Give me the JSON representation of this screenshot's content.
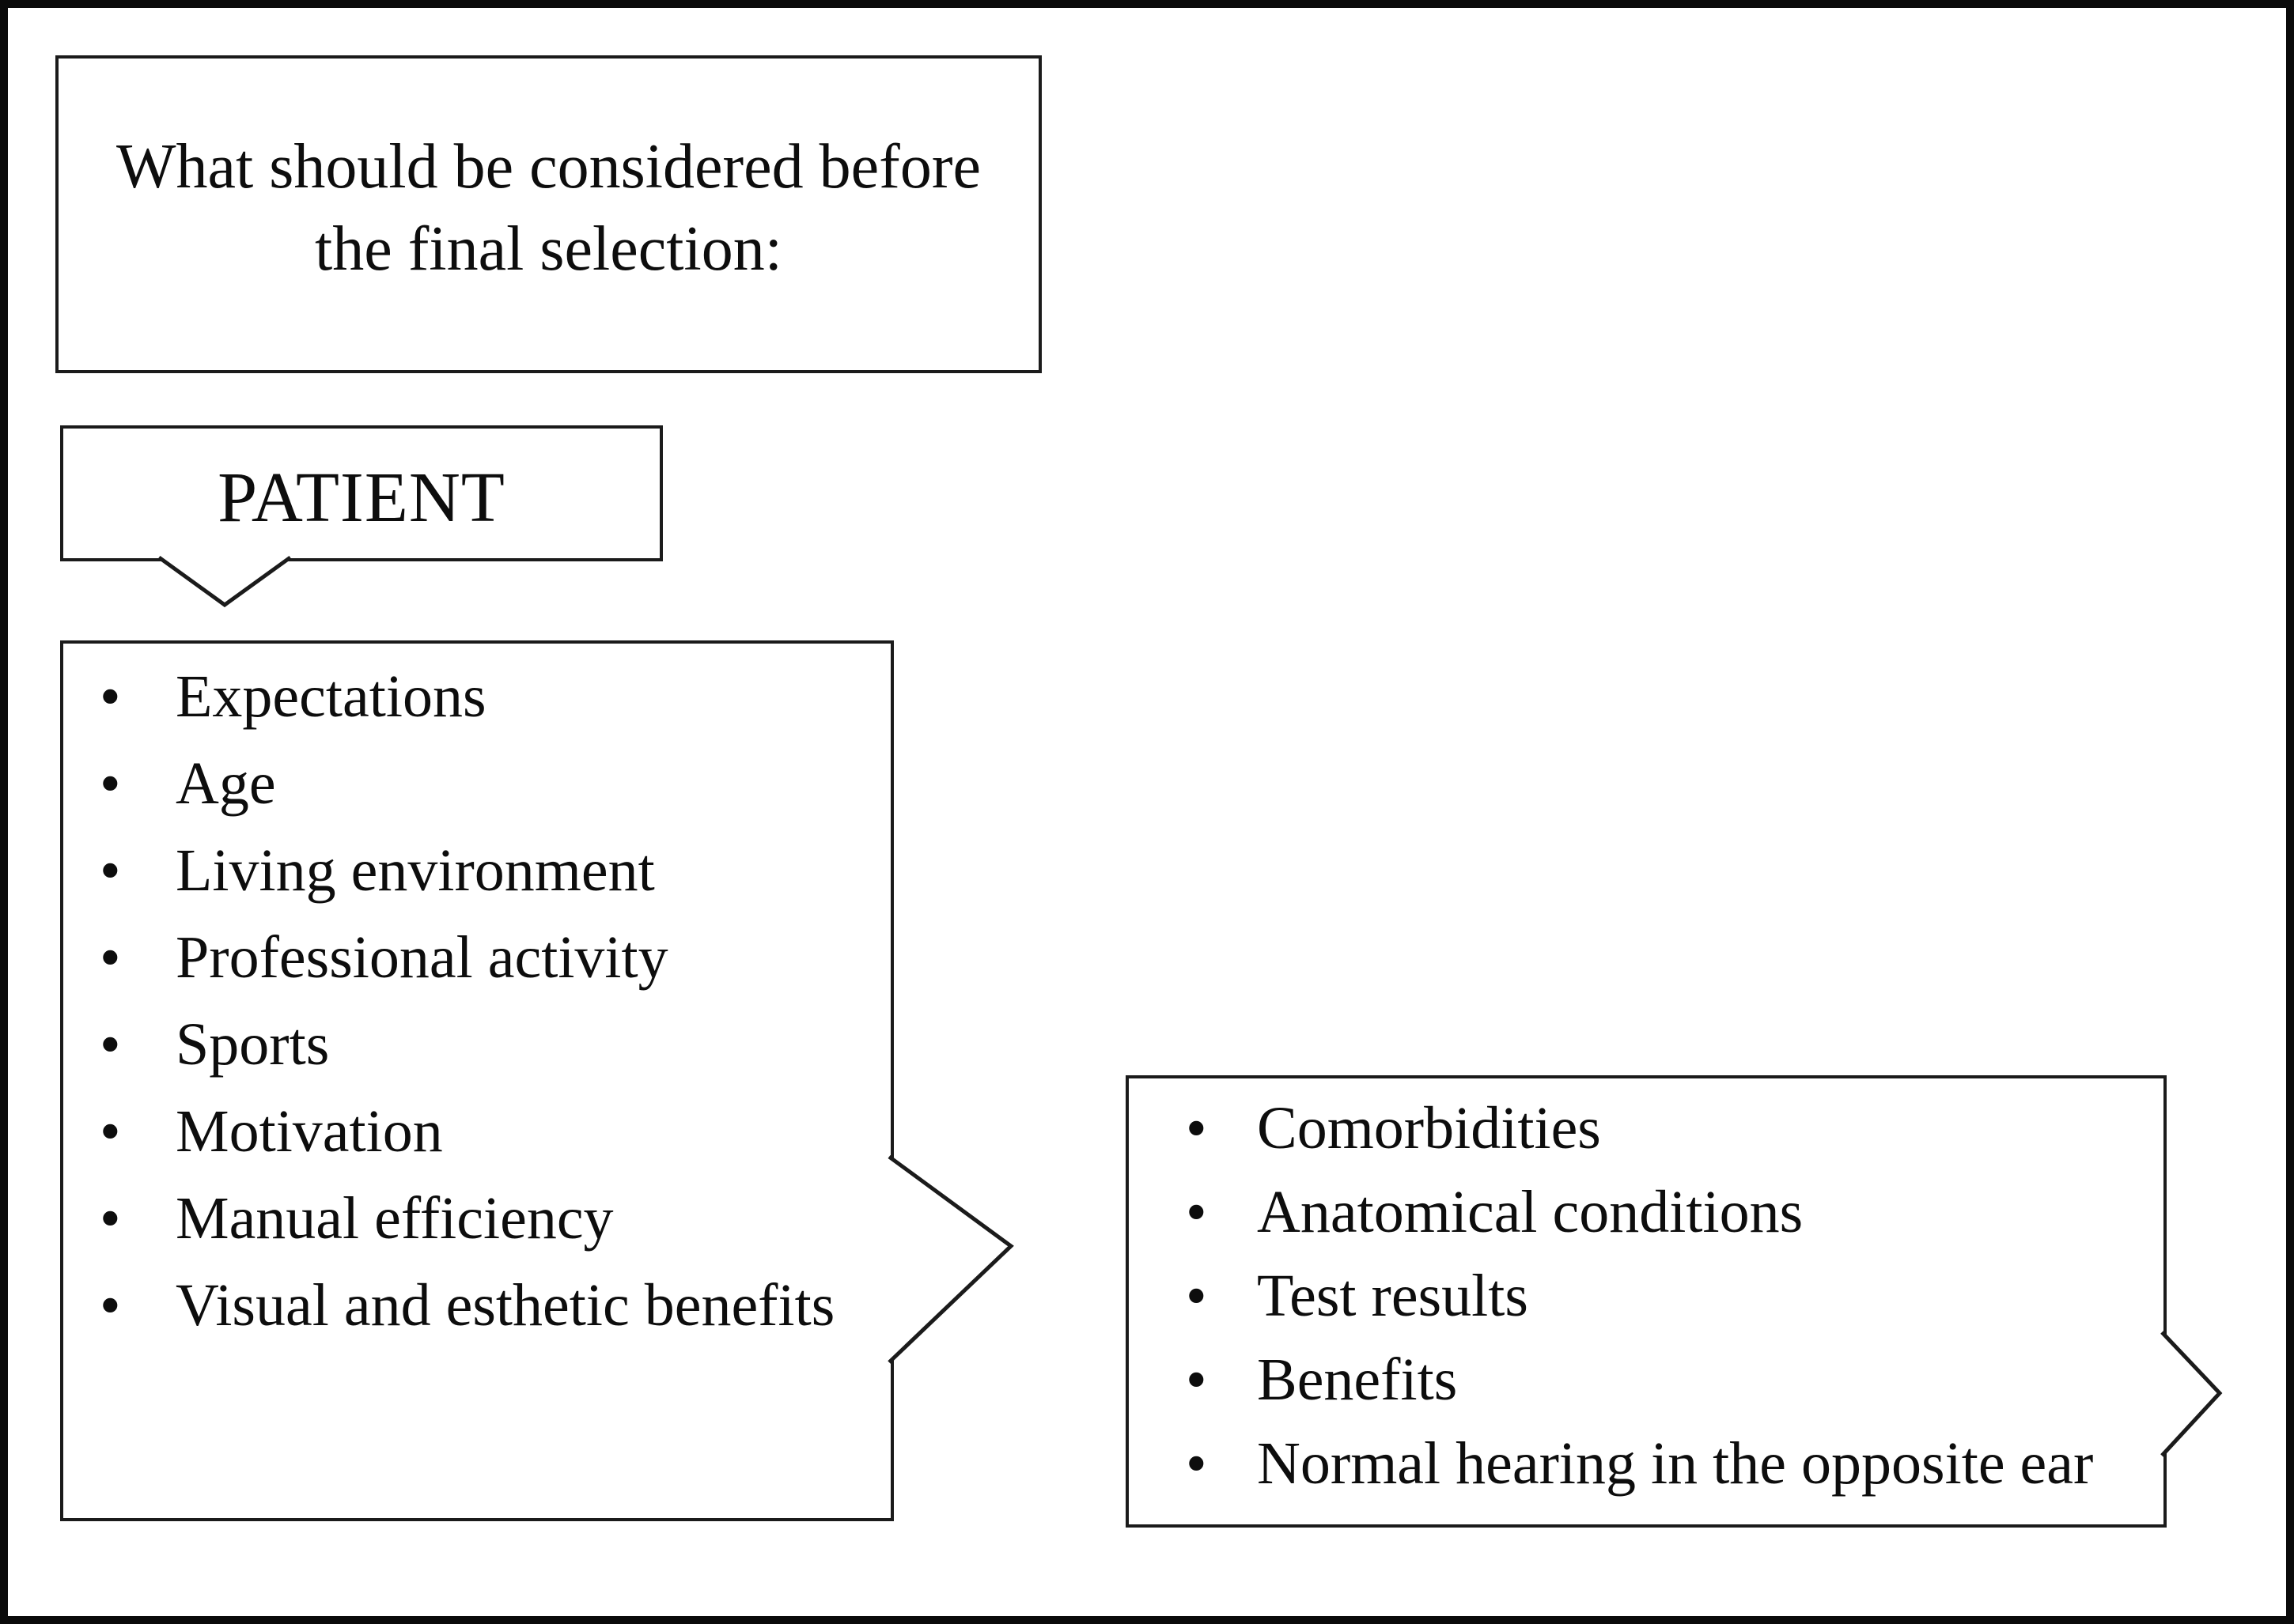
{
  "figure": {
    "colors": {
      "ink": "#0d0d0d",
      "line": "#1b1b1b",
      "frame": "#0a0a0a",
      "background": "#ffffff"
    },
    "bullet_char": "•",
    "question_box": {
      "line1": "What should be considered before",
      "line2": "the final selection:"
    },
    "patient_callout": {
      "label": "PATIENT"
    },
    "patient_factors": {
      "items": [
        "Expectations",
        "Age",
        "Living environment",
        "Professional activity",
        "Sports",
        "Motivation",
        "Manual efficiency",
        "Visual and esthetic benefits"
      ]
    },
    "medical_factors": {
      "items": [
        "Comorbidities",
        "Anatomical conditions",
        "Test results",
        "Benefits",
        "Normal hearing in the opposite ear"
      ]
    }
  }
}
